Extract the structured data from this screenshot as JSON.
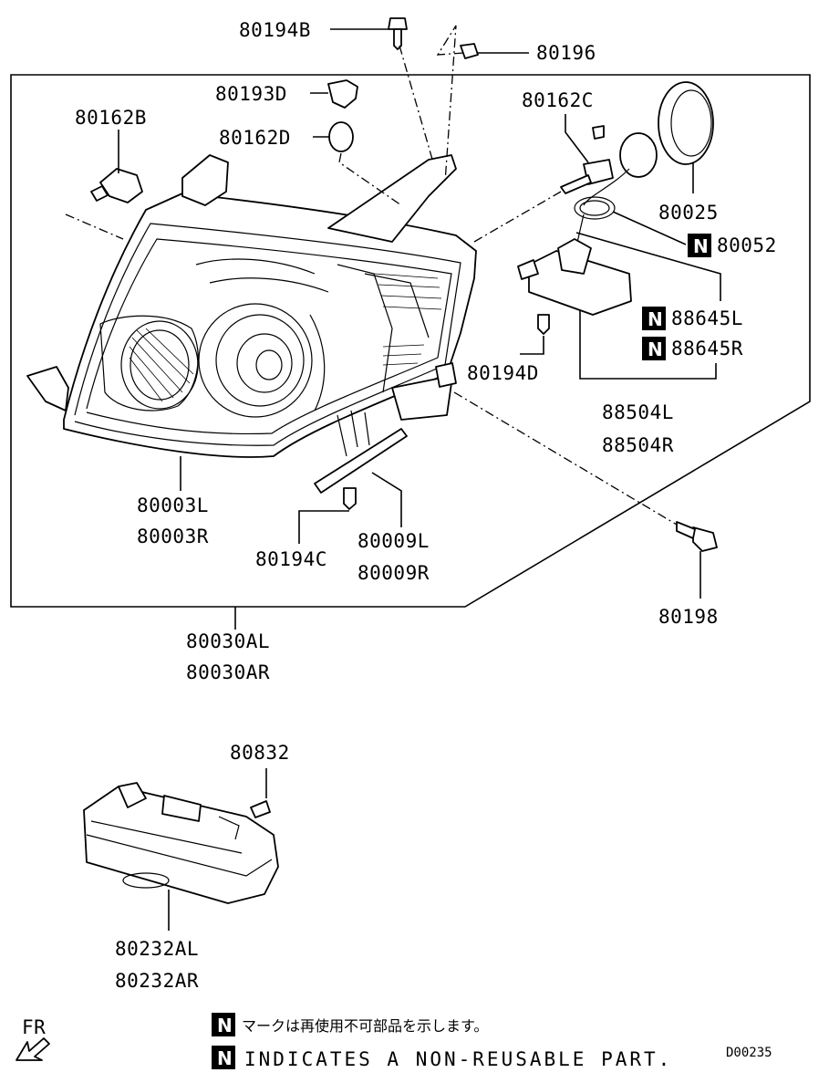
{
  "labels": {
    "p80194B": "80194B",
    "p80196": "80196",
    "p80193D": "80193D",
    "p80162B": "80162B",
    "p80162D": "80162D",
    "p80162C": "80162C",
    "p80025": "80025",
    "p80052": "80052",
    "p88645L": "88645L",
    "p88645R": "88645R",
    "p80194D": "80194D",
    "p88504L": "88504L",
    "p88504R": "88504R",
    "p80003L": "80003L",
    "p80003R": "80003R",
    "p80194C": "80194C",
    "p80009L": "80009L",
    "p80009R": "80009R",
    "p80198": "80198",
    "p80030AL": "80030AL",
    "p80030AR": "80030AR",
    "p80832": "80832",
    "p80232AL": "80232AL",
    "p80232AR": "80232AR"
  },
  "n_mark": "N",
  "legend": {
    "japanese": "マークは再使用不可部品を示します。",
    "english": "INDICATES A NON-REUSABLE PART.",
    "direction": "FR",
    "code": "D00235"
  }
}
